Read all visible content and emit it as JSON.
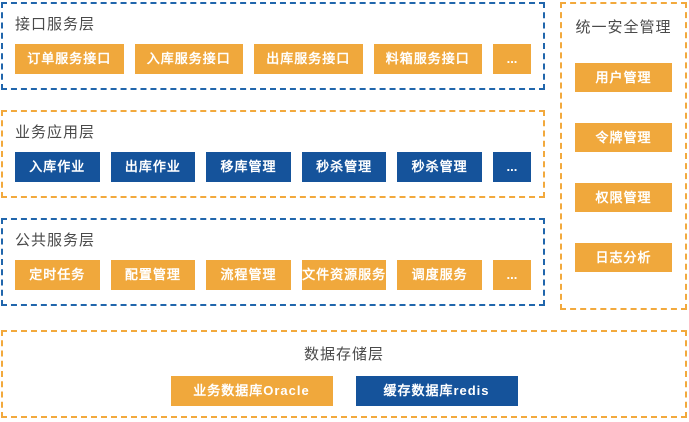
{
  "colors": {
    "orange": "#F0A83C",
    "blue": "#15539B",
    "border_blue": "#2166AC",
    "border_orange": "#F2A93D",
    "title_text": "#4A4A4A",
    "button_text": "#FFFFFF"
  },
  "sections": [
    {
      "title": "接口服务层",
      "border_color": "blue",
      "button_color": "orange",
      "items": [
        "订单服务接口",
        "入库服务接口",
        "出库服务接口",
        "料箱服务接口",
        "..."
      ]
    },
    {
      "title": "业务应用层",
      "border_color": "orange",
      "button_color": "blue",
      "items": [
        "入库作业",
        "出库作业",
        "移库管理",
        "秒杀管理",
        "秒杀管理",
        "..."
      ]
    },
    {
      "title": "公共服务层",
      "border_color": "blue",
      "button_color": "orange",
      "items": [
        "定时任务",
        "配置管理",
        "流程管理",
        "文件资源服务",
        "调度服务",
        "..."
      ]
    }
  ],
  "security": {
    "title": "统一安全管理",
    "items": [
      "用户管理",
      "令牌管理",
      "权限管理",
      "日志分析"
    ]
  },
  "storage": {
    "title": "数据存储层",
    "items": [
      {
        "label": "业务数据库Oracle",
        "color": "orange"
      },
      {
        "label": "缓存数据库redis",
        "color": "blue"
      }
    ]
  }
}
